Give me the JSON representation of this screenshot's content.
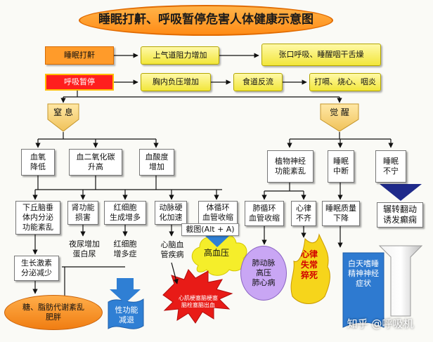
{
  "title": "睡眠打鼾、呼吸暂停危害人体健康示意图",
  "row1": {
    "cause": "睡眠打鼾",
    "step": "上气道阻力增加",
    "result": "张口呼吸、睡醒咽干舌燥"
  },
  "row2": {
    "cause": "呼吸暂停",
    "step1": "胸内负压增加",
    "step2": "食道反流",
    "result": "打嗝、烧心、咽炎"
  },
  "branches": {
    "left": "窒  息",
    "right": "觉  醒"
  },
  "level3": {
    "blood_o2": "血氧\n降低",
    "co2": "血二氧化碳\n升高",
    "acid": "血酸度\n增加",
    "autonomic": "植物神经\n功能紊乱",
    "interrupt": "睡眠\n中断",
    "restless": "睡眠\n不宁"
  },
  "level4": {
    "hypothalamus": "下丘脑垂\n体内分泌\n功能紊乱",
    "kidney": "肾功能\n损害",
    "rbc": "红细胞\n生成增多",
    "artery": "动脉硬\n化加速",
    "circulation": "体循环\n血管收缩",
    "pulmonary": "肺循环\n血管收缩",
    "arrhythmia": "心律\n不齐",
    "quality": "睡眠质量\n下降",
    "tossing": "辗转翻动\n诱发癫痫"
  },
  "level5": {
    "growth": "生长激素\n分泌减少",
    "nocturia": "夜尿增加\n蛋白尿",
    "rbc_disease": "红细胞\n增多症",
    "cardio": "心脑血\n管疾病",
    "hypertension": "高血压",
    "pul_hyper": "肺动脉\n高压\n肺心病",
    "sudden": "心律\n失常\n猝死",
    "daytime": "白天嗜睡\n精神神经\n症状"
  },
  "level6": {
    "metabolism": "糖、脂肪代谢紊乱\n肥胖",
    "sexual": "性功能\n减退",
    "stroke": "心肌梗塞脑梗塞\n脑栓塞脑出血"
  },
  "tooltip": "截图(Alt + A)",
  "watermark": "知乎 @呼吸机",
  "colors": {
    "title": "#ff9b2a",
    "yellow": "#f2e63a",
    "branch": "#f4d27a",
    "cloud_yellow": "#f5ee2a",
    "cloud_red": "#e81b17",
    "flag": "#2f7fd4",
    "lavender": "#c9a6f4"
  }
}
